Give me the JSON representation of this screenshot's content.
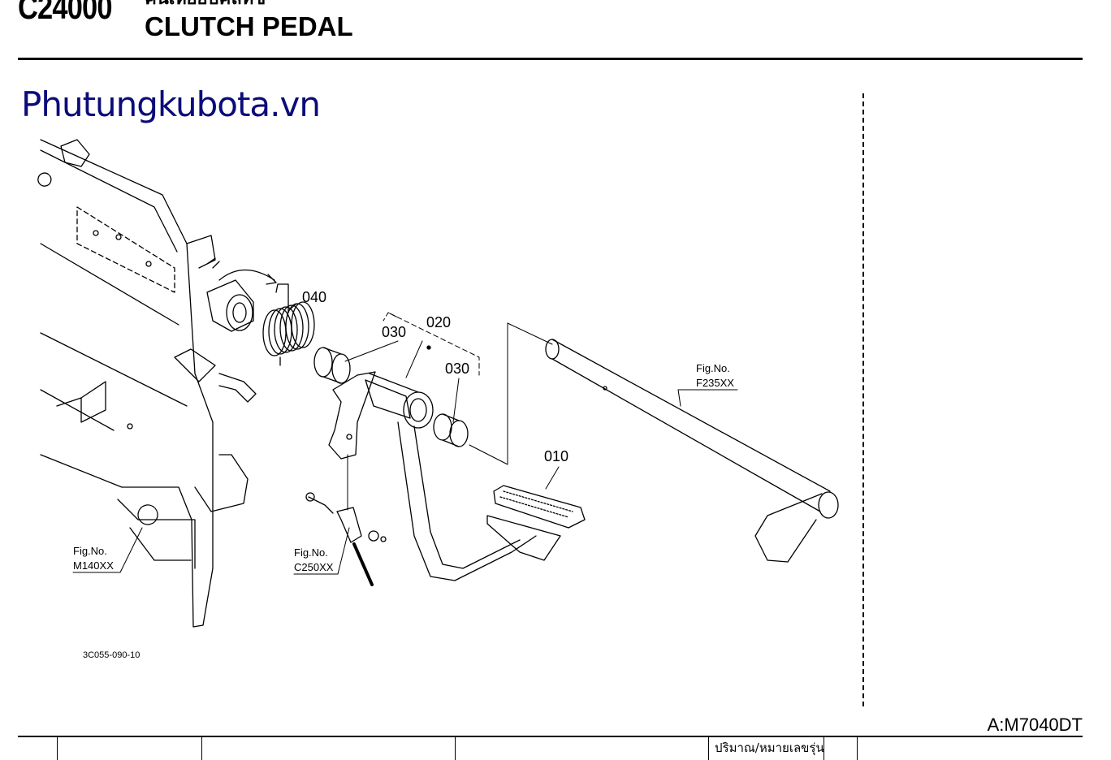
{
  "header": {
    "code": "C24000",
    "thai_title": "คันเหยียบคลัทช์",
    "title": "CLUTCH PEDAL"
  },
  "watermark": "Phutungkubota.vn",
  "drawing": {
    "callouts": {
      "p010": "010",
      "p020": "020",
      "p030a": "030",
      "p030b": "030",
      "p040": "040"
    },
    "fig_refs": {
      "m140": {
        "label": "Fig.No.",
        "number": "M140XX"
      },
      "c250": {
        "label": "Fig.No.",
        "number": "C250XX"
      },
      "f235": {
        "label": "Fig.No.",
        "number": "F235XX"
      }
    },
    "drawing_id": "3C055-090-10"
  },
  "footer": {
    "model_code": "A:M7040DT",
    "column_label_thai": "ปริมาณ/หมายเลขรุ่น"
  }
}
